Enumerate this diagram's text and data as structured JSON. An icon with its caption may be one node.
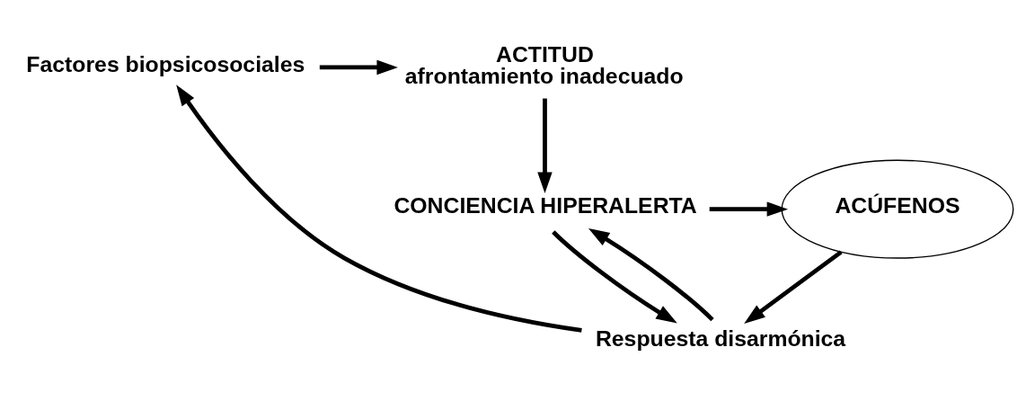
{
  "diagram": {
    "nodes": [
      {
        "text": [
          "Factores biopsicosociales"
        ]
      },
      {
        "text": [
          "ACTITUD",
          "afrontamiento inadecuado"
        ]
      },
      {
        "text": [
          "CONCIENCIA HIPERALERTA"
        ]
      },
      {
        "text": [
          "ACÚFENOS"
        ]
      },
      {
        "text": [
          "Respuesta disarmónica"
        ]
      }
    ],
    "edges": [
      {
        "from": 0,
        "to": 1,
        "arrow": "to"
      },
      {
        "from": 1,
        "to": 2,
        "arrow": "to"
      },
      {
        "from": 2,
        "to": 3,
        "arrow": "to"
      },
      {
        "from": 2,
        "to": 4,
        "arrow": "to"
      },
      {
        "from": 3,
        "to": 4,
        "arrow": "to"
      },
      {
        "from": 4,
        "to": 0,
        "arrow": "to"
      },
      {
        "from": 4,
        "to": 2,
        "arrow": "to"
      }
    ]
  }
}
